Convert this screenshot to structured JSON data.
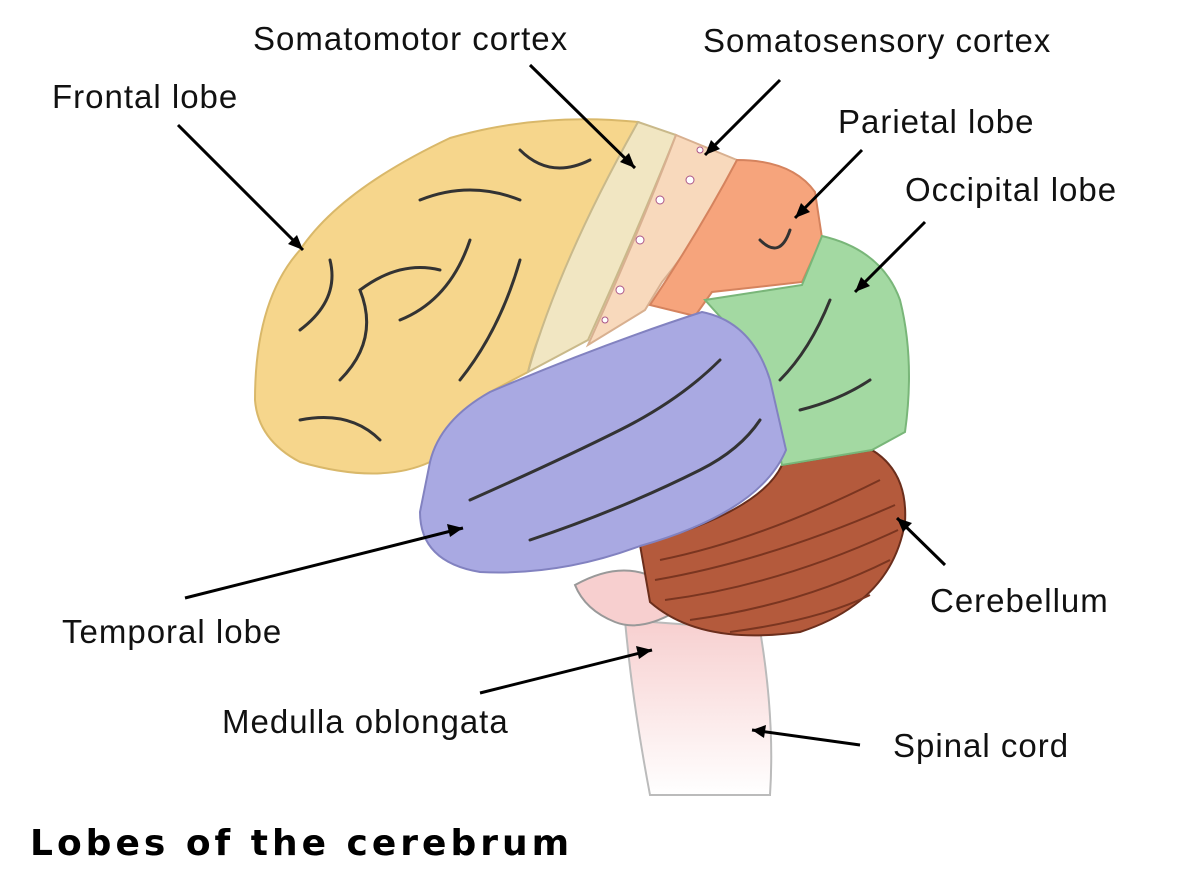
{
  "title": "Lobes of the cerebrum",
  "labels": {
    "frontal": "Frontal lobe",
    "somatomotor": "Somatomotor cortex",
    "somatosensory": "Somatosensory cortex",
    "parietal": "Parietal lobe",
    "occipital": "Occipital lobe",
    "cerebellum": "Cerebellum",
    "temporal": "Temporal lobe",
    "medulla": "Medulla oblongata",
    "spinal": "Spinal cord"
  },
  "colors": {
    "frontal": "#f6d68c",
    "somatomotor": "#f1e6c2",
    "somatosensory": "#f8d9bc",
    "parietal": "#f6a47c",
    "occipital": "#a3d9a2",
    "temporal": "#a9a9e2",
    "cerebellum": "#b45a3c",
    "brainstem": "#f7cfcf"
  }
}
